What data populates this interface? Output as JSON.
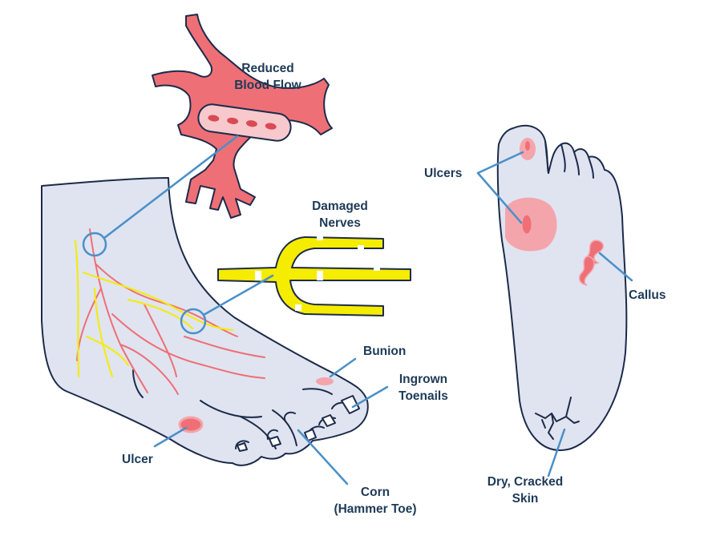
{
  "labels": {
    "blood_flow_line1": "Reduced",
    "blood_flow_line2": "Blood Flow",
    "nerves_line1": "Damaged",
    "nerves_line2": "Nerves",
    "bunion": "Bunion",
    "ingrown_line1": "Ingrown",
    "ingrown_line2": "Toenails",
    "ulcer": "Ulcer",
    "corn_line1": "Corn",
    "corn_line2": "(Hammer Toe)",
    "ulcers": "Ulcers",
    "callus": "Callus",
    "dry_line1": "Dry, Cracked",
    "dry_line2": "Skin"
  },
  "colors": {
    "skin": "#dfe4f0",
    "outline": "#1d2b4a",
    "blood_vessel": "#ef6f76",
    "nerve": "#f5ec00",
    "leader_line": "#4a90c8",
    "label_text": "#1d3a57",
    "lesion": "#f4a5ab"
  }
}
